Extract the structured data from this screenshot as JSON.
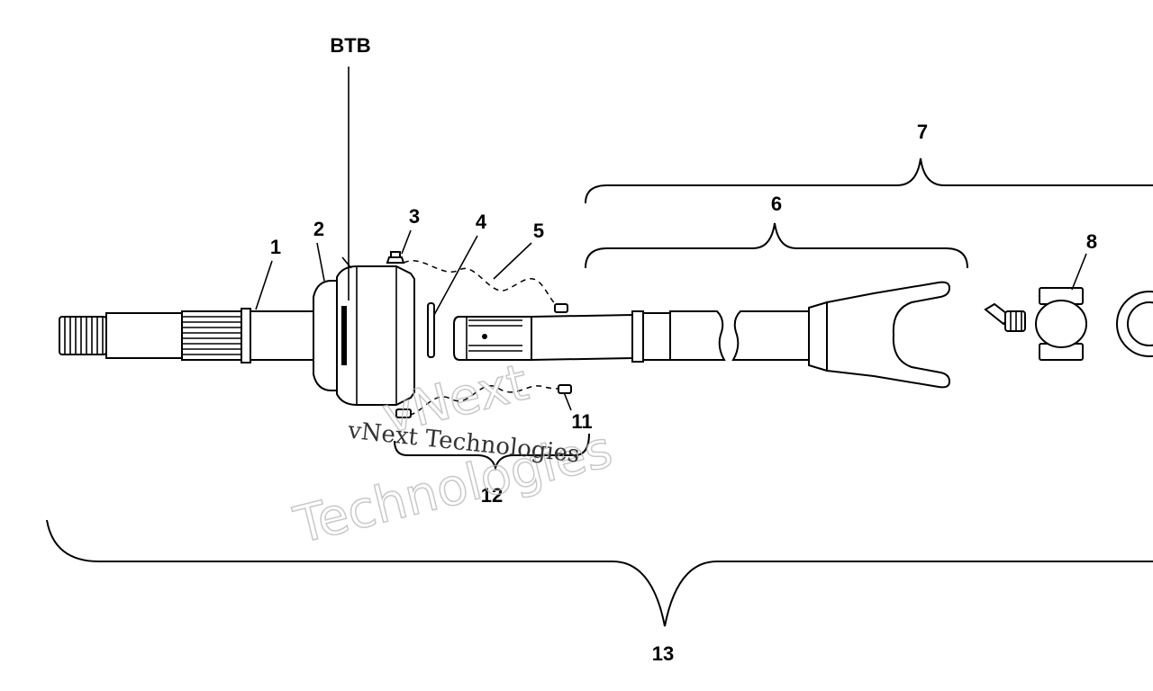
{
  "callouts": {
    "btb": "BTB",
    "c1": "1",
    "c2": "2",
    "c3": "3",
    "c4": "4",
    "c5": "5",
    "c6": "6",
    "c7": "7",
    "c8": "8",
    "c11": "11",
    "c12": "12",
    "c13": "13"
  },
  "watermark": {
    "line1": "vNext",
    "line2": "Technologies",
    "serif": "vNext Technologies"
  }
}
